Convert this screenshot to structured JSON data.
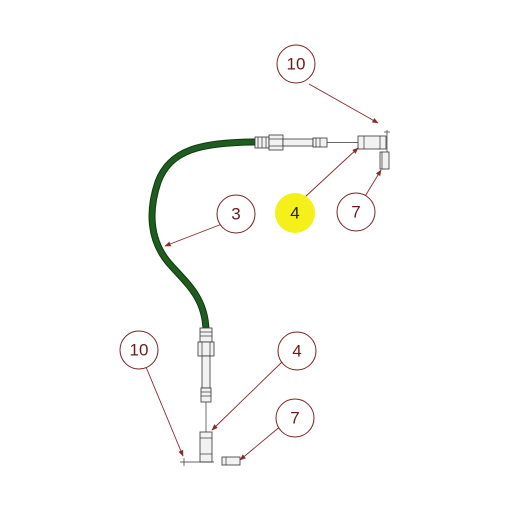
{
  "colors": {
    "cable": "#1f5c1f",
    "cable_edge": "#0e3a0e",
    "callout_stroke": "#7a2323",
    "callout_highlight": "#f5ef1a",
    "leader": "#8a2a2a"
  },
  "callouts": [
    {
      "id": "c1",
      "label": "10",
      "highlighted": false
    },
    {
      "id": "c2",
      "label": "4",
      "highlighted": true
    },
    {
      "id": "c3",
      "label": "7",
      "highlighted": false
    },
    {
      "id": "c4",
      "label": "3",
      "highlighted": false
    },
    {
      "id": "c5",
      "label": "10",
      "highlighted": false
    },
    {
      "id": "c6",
      "label": "4",
      "highlighted": false
    },
    {
      "id": "c7",
      "label": "7",
      "highlighted": false
    }
  ]
}
